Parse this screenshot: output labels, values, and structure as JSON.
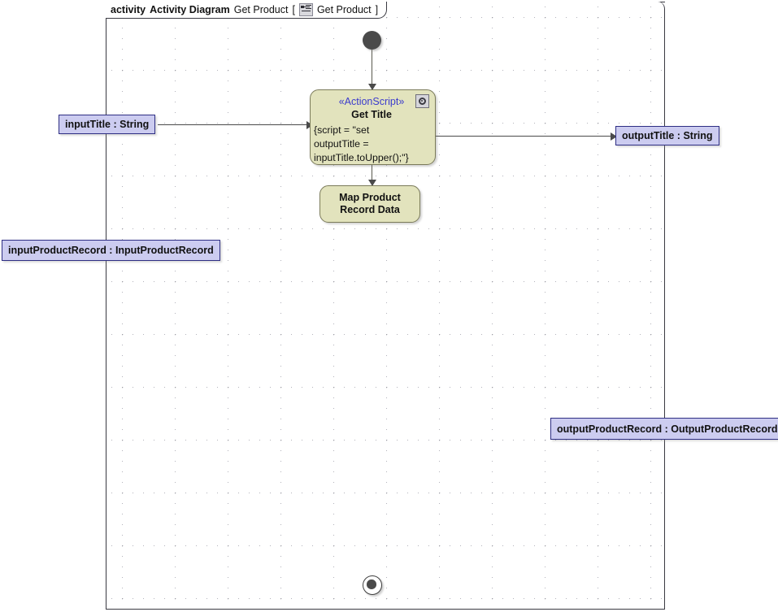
{
  "frame": {
    "keyword": "activity",
    "type_label": "Activity Diagram",
    "name_prefix": "Get Product",
    "bracket_open": "[",
    "icon": "activity-icon",
    "inner_name": "Get Product",
    "bracket_close": "]"
  },
  "nodes": {
    "initial": {
      "name": "initial-node"
    },
    "final": {
      "name": "activity-final-node"
    },
    "get_title": {
      "stereotype": "«ActionScript»",
      "name": "Get Title",
      "body": "{script = \"set\noutputTitle =\ninputTitle.toUpper();\"}",
      "badge_icon": "gear-icon"
    },
    "map_product": {
      "name": "Map Product\nRecord Data"
    }
  },
  "pins": [
    {
      "id": "input-title",
      "label": "inputTitle : String"
    },
    {
      "id": "output-title",
      "label": "outputTitle : String"
    },
    {
      "id": "input-product-record",
      "label": "inputProductRecord : InputProductRecord"
    },
    {
      "id": "output-product-record",
      "label": "outputProductRecord : OutputProductRecord"
    }
  ],
  "colors": {
    "action_fill": "#e2e3bd",
    "action_border": "#7b7b5a",
    "pin_fill": "#ccccf0",
    "pin_border": "#2f2f84",
    "stereotype_text": "#3b3bcd",
    "frame_border": "#3a3a42",
    "edge": "#4a4a4a",
    "canvas": "#ffffff"
  }
}
